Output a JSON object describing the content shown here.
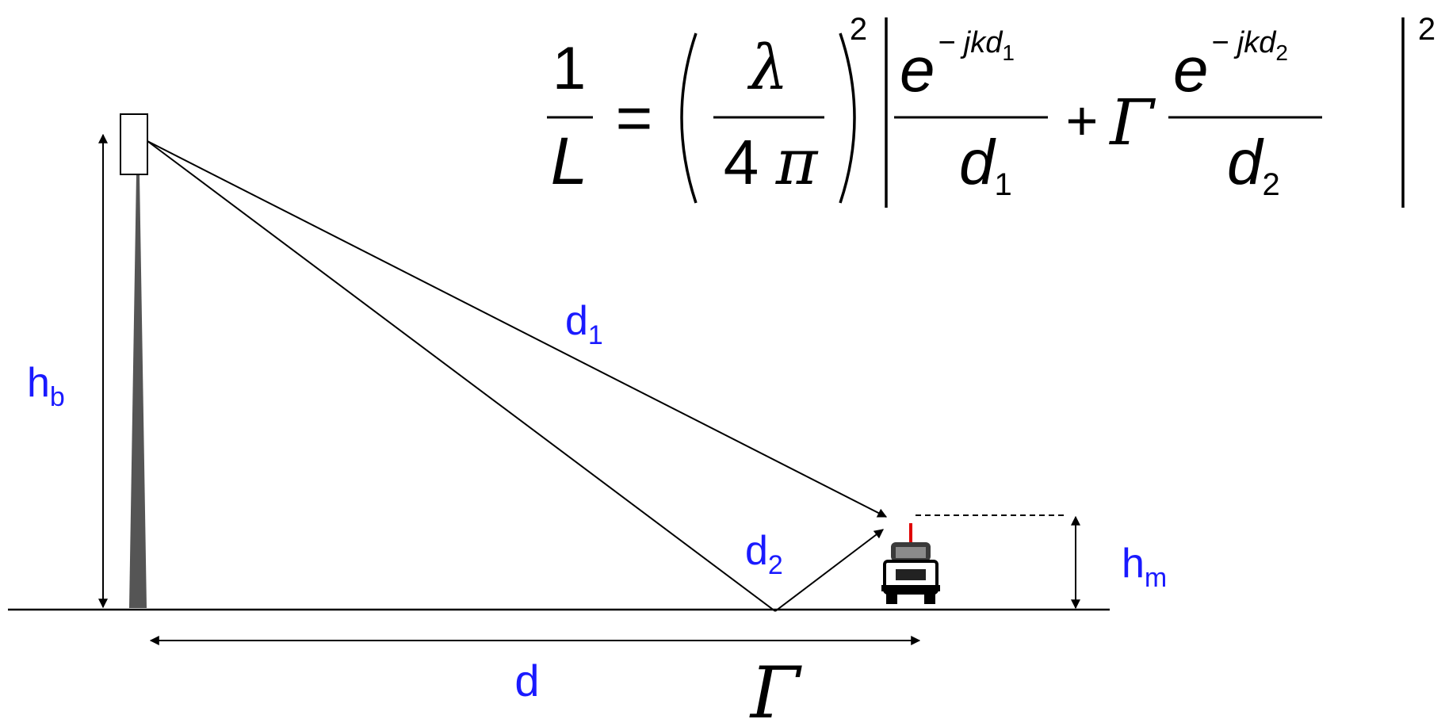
{
  "colors": {
    "label": "#1a1aff",
    "line": "#000000",
    "tower": "#555555",
    "antenna": "#e00000"
  },
  "equation": {
    "lhs_num": "1",
    "lhs_den": "L",
    "equals": "=",
    "lambda": "λ",
    "four": "4",
    "pi": "π",
    "sq1": "2",
    "exp_e1": "e",
    "exp_sup1_prefix": "− jkd",
    "exp_sup1_sub": "1",
    "den1_d": "d",
    "den1_sub": "1",
    "plus": "+",
    "gamma": "Γ",
    "exp_e2": "e",
    "exp_sup2_prefix": "− jkd",
    "exp_sup2_sub": "2",
    "den2_d": "d",
    "den2_sub": "2",
    "sq2": "2"
  },
  "labels": {
    "hb_main": "h",
    "hb_sub": "b",
    "d1_main": "d",
    "d1_sub": "1",
    "d2_main": "d",
    "d2_sub": "2",
    "hm_main": "h",
    "hm_sub": "m",
    "d": "d",
    "gamma": "Γ"
  }
}
